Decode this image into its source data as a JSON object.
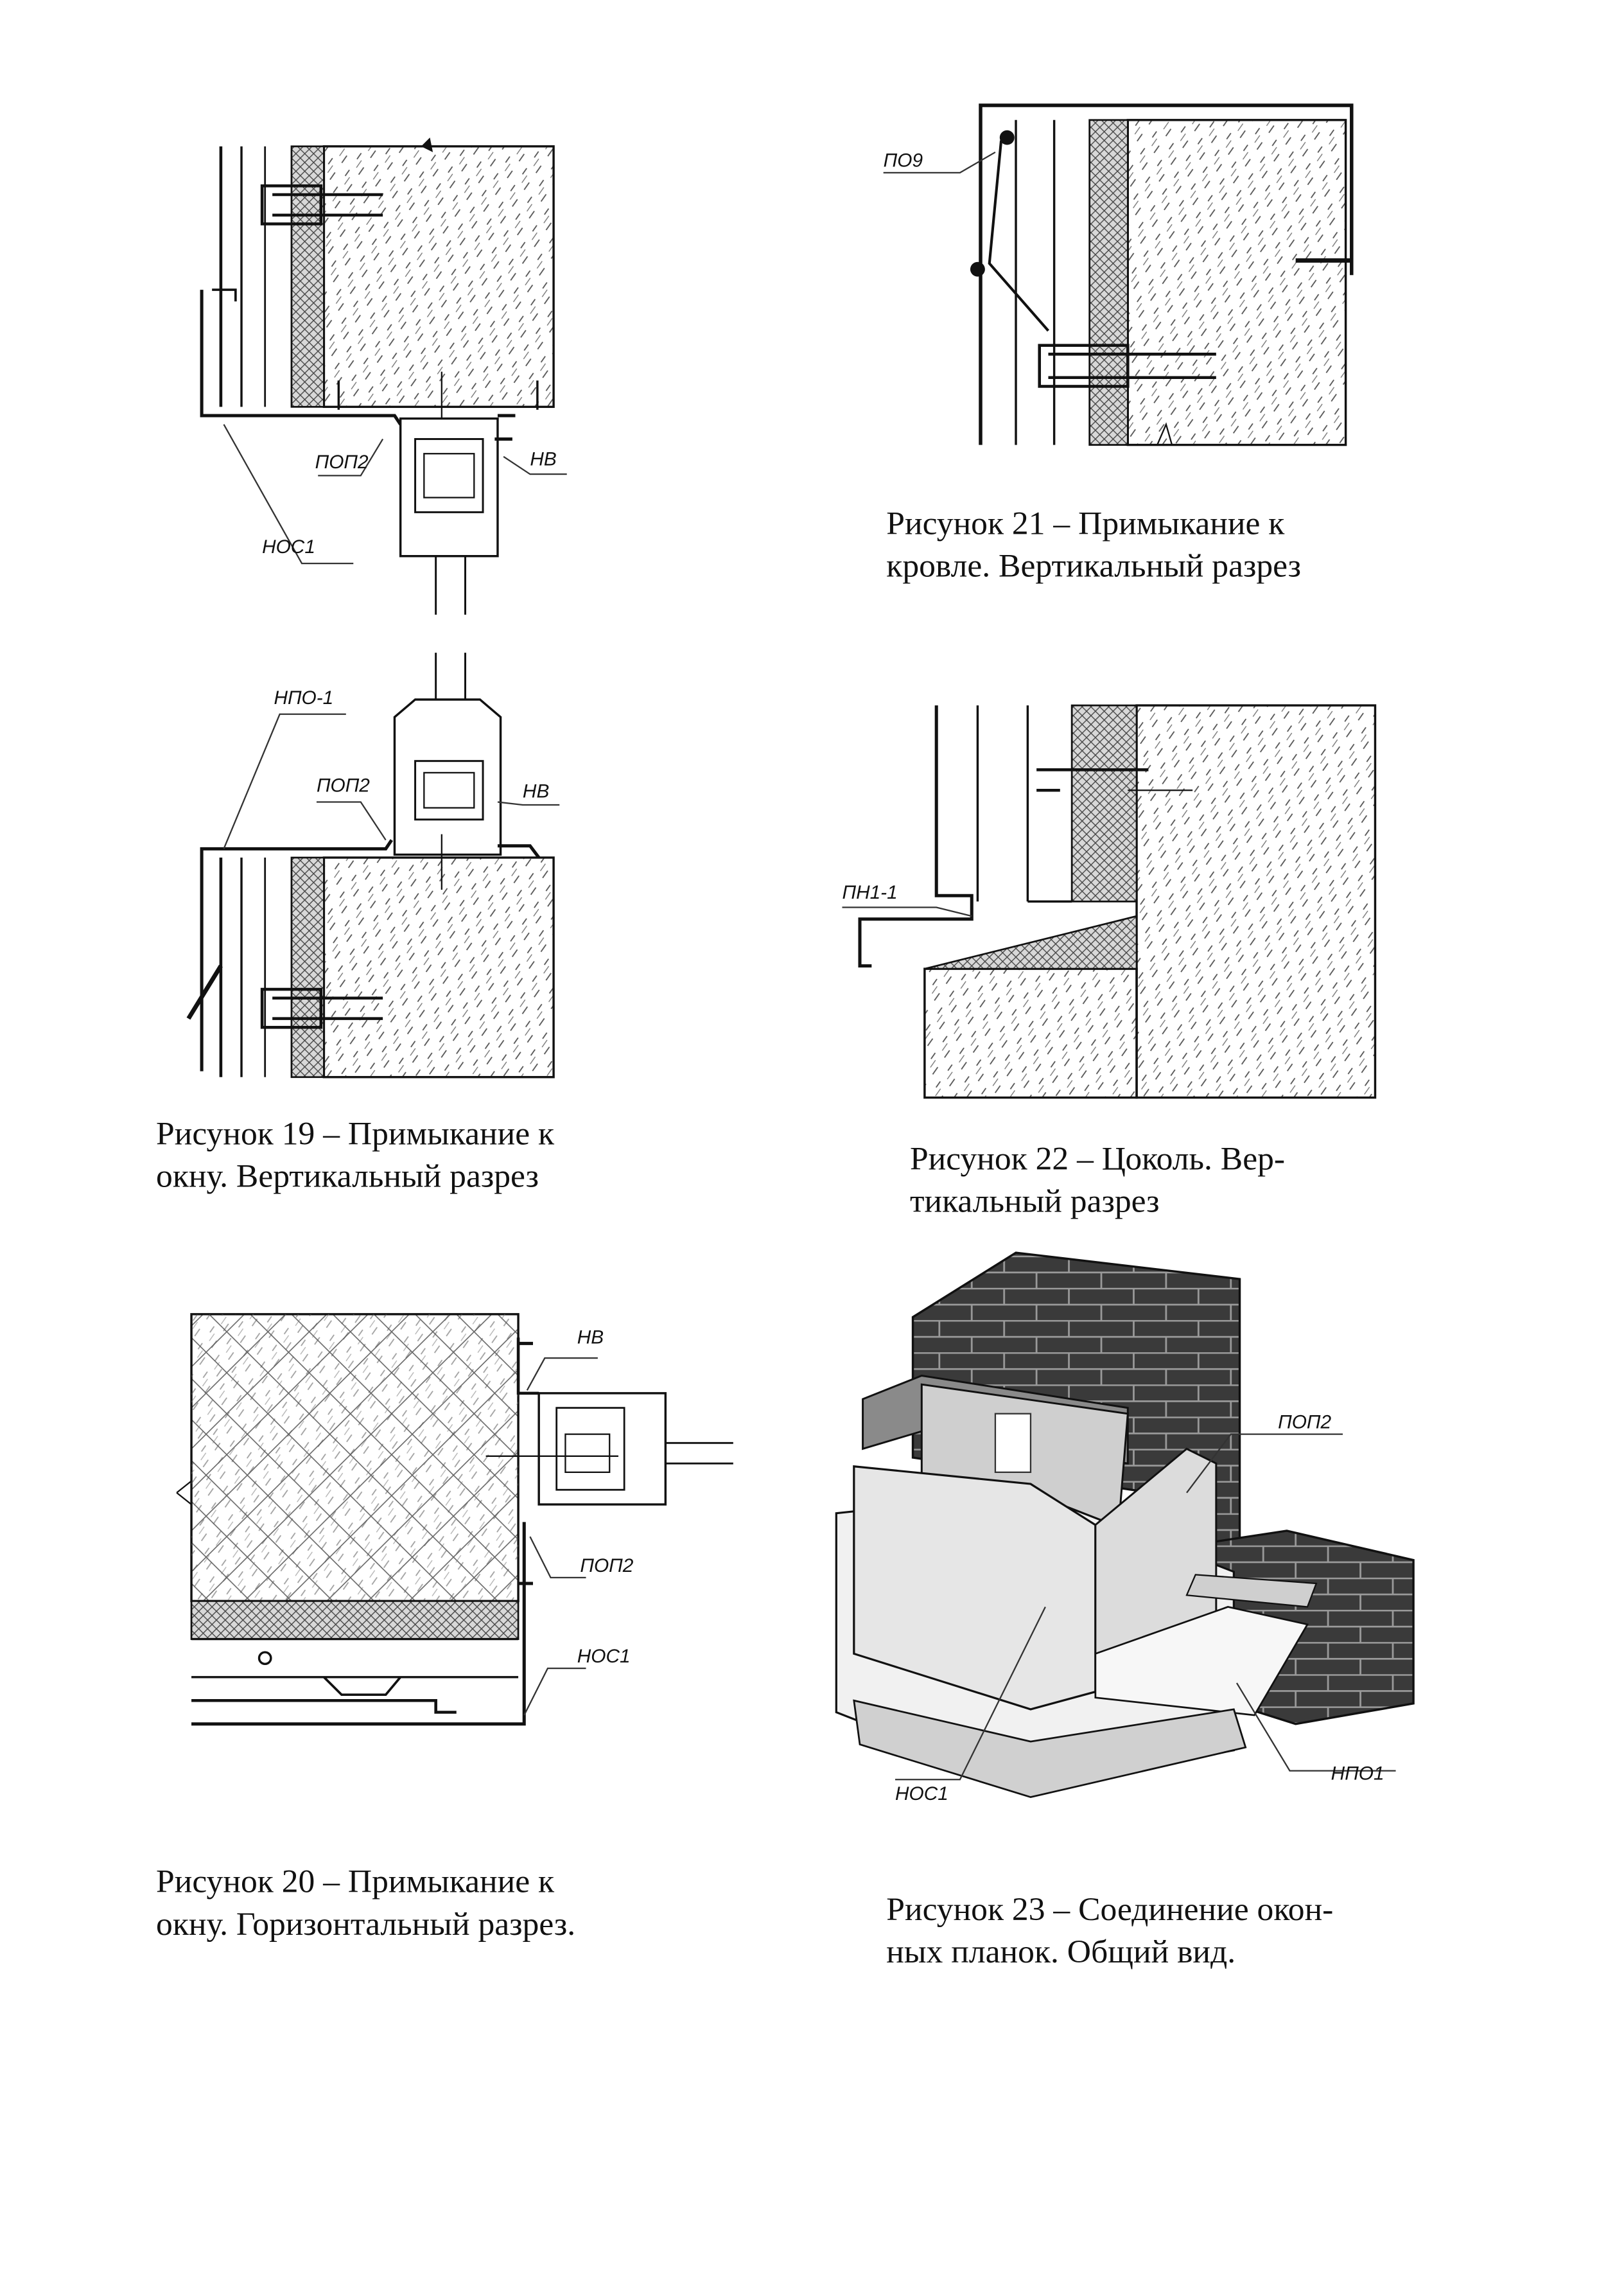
{
  "figures": [
    {
      "id": "fig19",
      "caption": [
        "Рисунок 19 –  Примыкание к",
        "окну. Вертикальный разрез"
      ],
      "labels": {
        "top_view": {
          "nos": "НОС1",
          "pop": "ПОП2",
          "nv": "НВ"
        },
        "bottom_view": {
          "npo": "НПО-1",
          "pop": "ПОП2",
          "nv": "НВ"
        }
      }
    },
    {
      "id": "fig20",
      "caption": [
        "Рисунок 20 –  Примыкание к",
        "окну. Горизонтальный разрез."
      ],
      "labels": {
        "nv": "НВ",
        "pop": "ПОП2",
        "nos": "НОС1"
      }
    },
    {
      "id": "fig21",
      "caption": [
        "Рисунок 21 –  Примыкание к",
        "кровле. Вертикальный разрез"
      ],
      "labels": {
        "po": "ПО9"
      }
    },
    {
      "id": "fig22",
      "caption": [
        "Рисунок 22 –  Цоколь. Вер-",
        "тикальный разрез"
      ],
      "labels": {
        "pn": "ПН1-1"
      }
    },
    {
      "id": "fig23",
      "caption": [
        "Рисунок 23 – Соединение окон-",
        "ных планок. Общий вид."
      ],
      "labels": {
        "pop": "ПОП2",
        "nos": "НОС1",
        "npo": "НПО1"
      }
    }
  ]
}
